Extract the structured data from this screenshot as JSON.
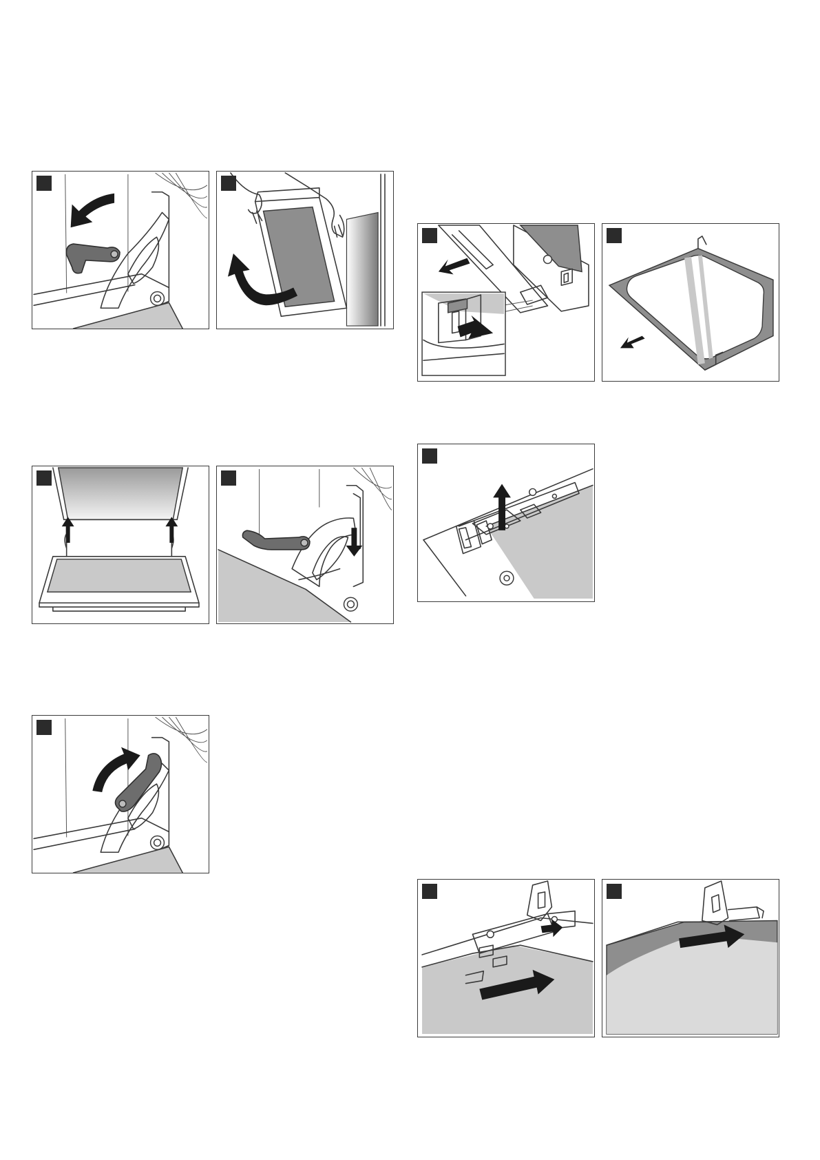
{
  "page": {
    "background": "#ffffff",
    "panel_border_color": "#3a3a3a",
    "step_marker_color": "#2b2b2b"
  },
  "figures": [
    {
      "id": "lever-fold-down",
      "group": "left",
      "icons": [
        "curved-arrow-down-icon",
        "hinge-lever-icon"
      ]
    },
    {
      "id": "door-lift-off",
      "group": "left",
      "icons": [
        "curved-arrow-up-icon",
        "hands-icon"
      ]
    },
    {
      "id": "door-hooks-in",
      "group": "left",
      "icons": [
        "arrow-up-icon"
      ]
    },
    {
      "id": "lever-down-lock",
      "group": "left",
      "icons": [
        "arrow-down-icon"
      ]
    },
    {
      "id": "lever-fold-up",
      "group": "left",
      "icons": [
        "curved-arrow-up-icon"
      ]
    },
    {
      "id": "clip-release",
      "group": "right",
      "icons": [
        "arrow-icon",
        "press-arrow-icon"
      ]
    },
    {
      "id": "pane-remove",
      "group": "right",
      "icons": [
        "arrow-icon"
      ]
    },
    {
      "id": "clip-lift",
      "group": "right",
      "icons": [
        "arrow-up-icon"
      ]
    },
    {
      "id": "pane-slide-in",
      "group": "right",
      "icons": [
        "arrow-right-icon"
      ]
    },
    {
      "id": "pane-push-under",
      "group": "right",
      "icons": [
        "arrow-right-icon"
      ]
    }
  ]
}
